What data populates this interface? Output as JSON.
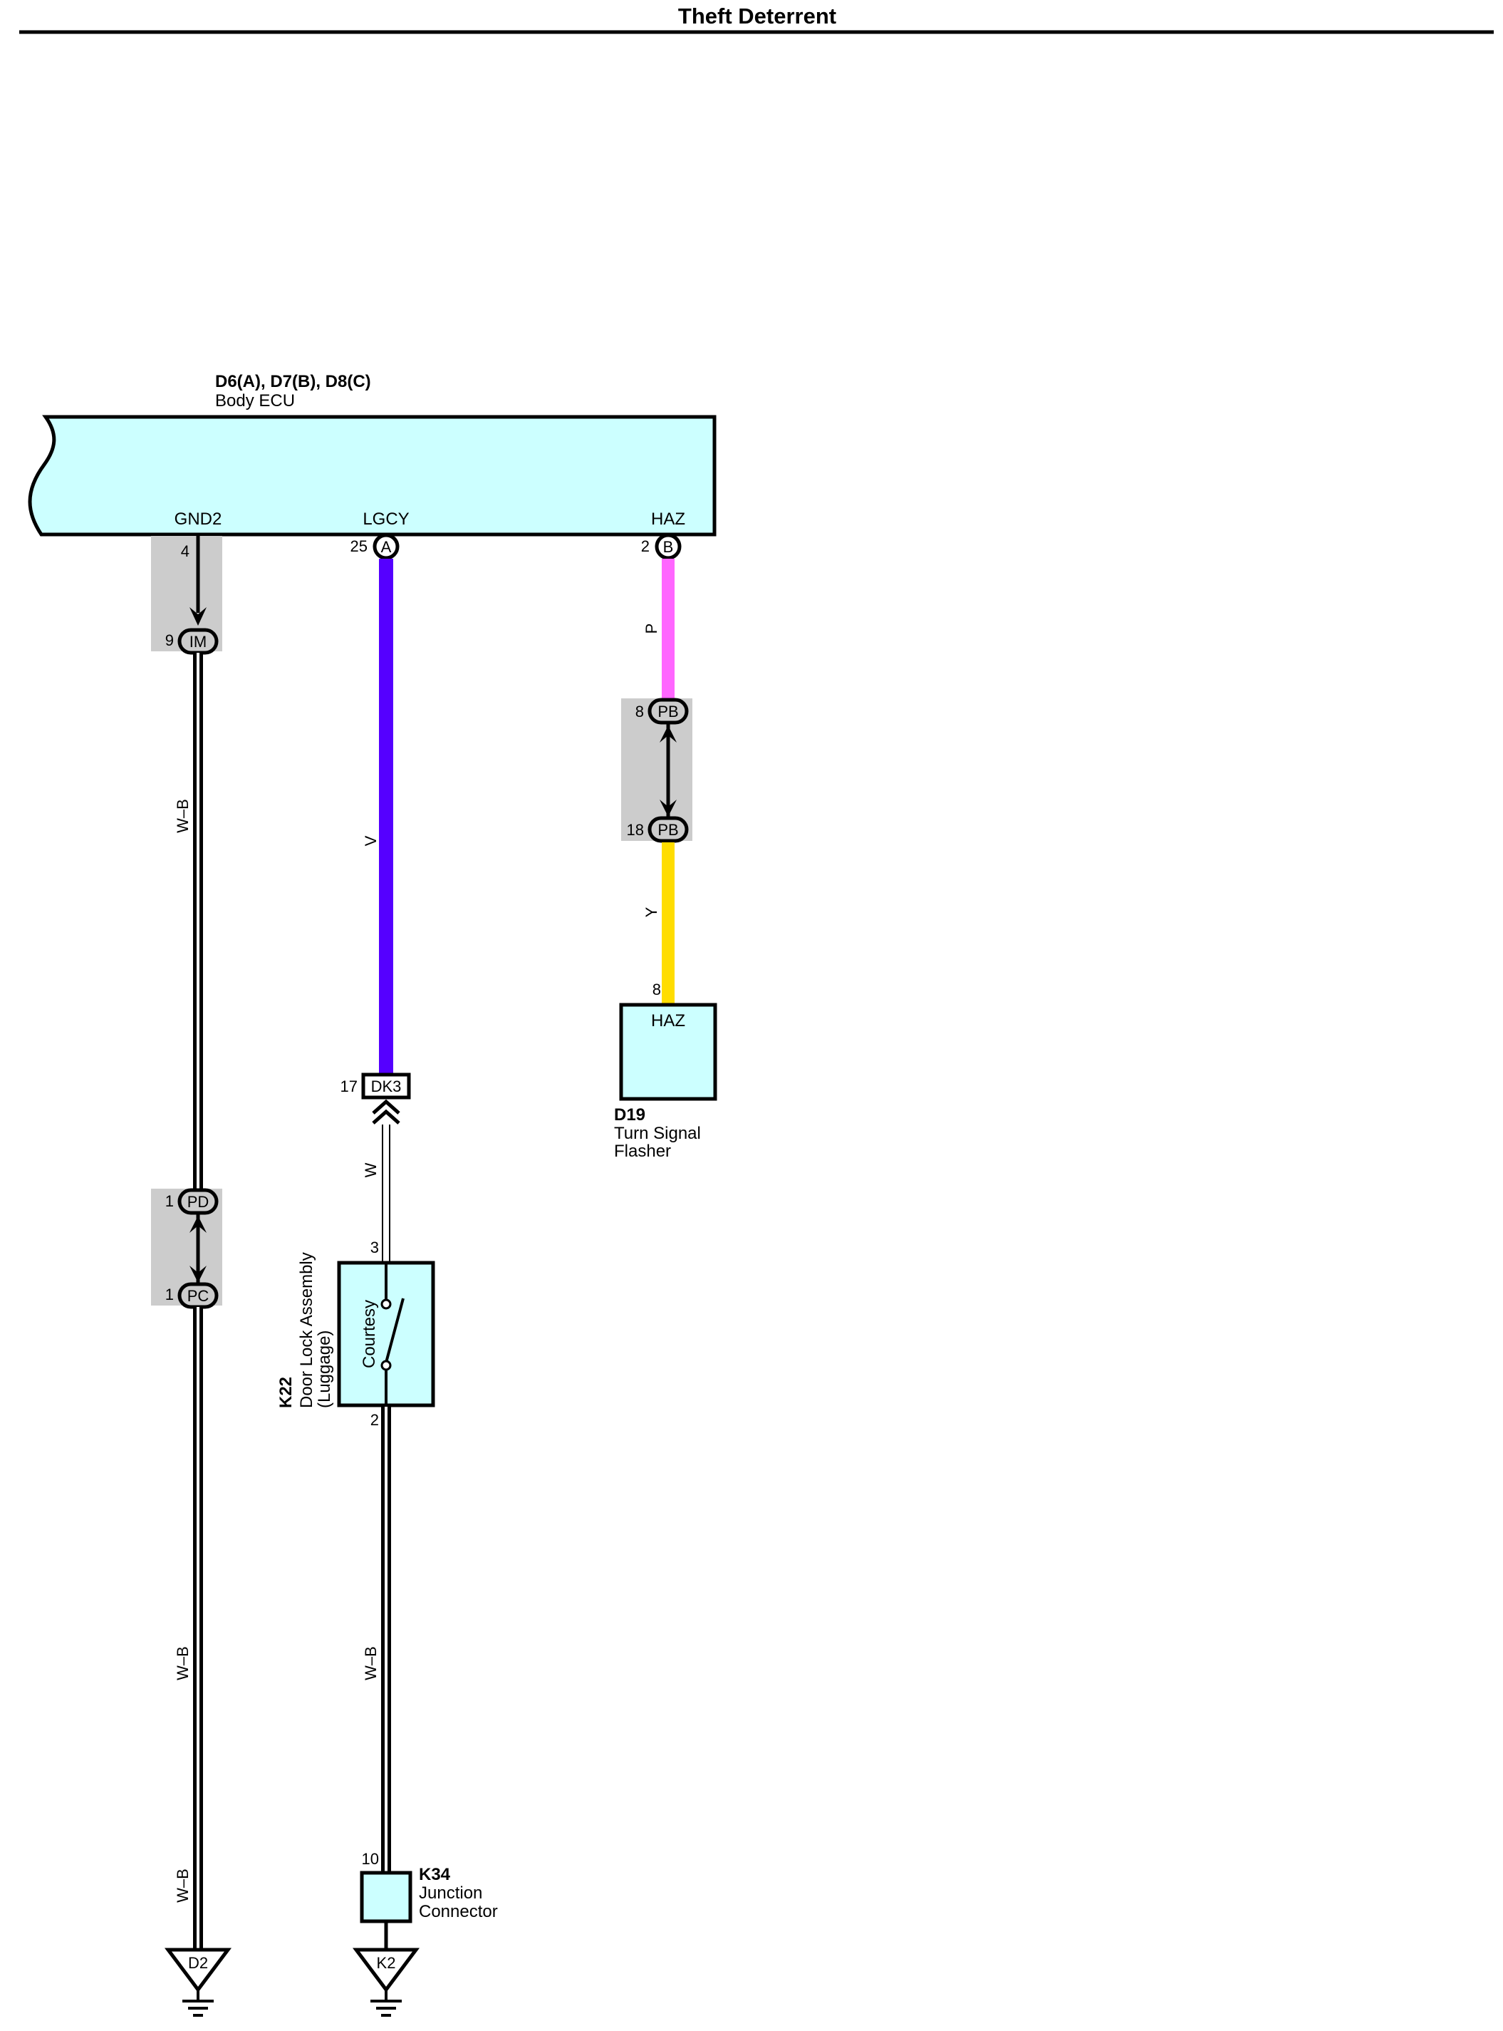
{
  "title": "Theft Deterrent",
  "colors": {
    "component_fill": "#ccffff",
    "splice_gray": "#cccccc",
    "wire_violet": "#5500ff",
    "wire_pink": "#ff66ff",
    "wire_yellow": "#ffdd00",
    "wire_black": "#000000",
    "wire_white": "#ffffff"
  },
  "ecu": {
    "code": "D6(A), D7(B), D8(C)",
    "name": "Body ECU",
    "terminals": [
      {
        "name": "GND2",
        "pin": "4"
      },
      {
        "name": "LGCY",
        "pin": "25",
        "connector": "A"
      },
      {
        "name": "HAZ",
        "pin": "2",
        "connector": "B"
      }
    ]
  },
  "connectors": {
    "im": {
      "pin": "9",
      "label": "IM"
    },
    "pd": {
      "pin": "1",
      "label": "PD"
    },
    "pc": {
      "pin": "1",
      "label": "PC"
    },
    "pb_top": {
      "pin": "8",
      "label": "PB"
    },
    "pb_bottom": {
      "pin": "18",
      "label": "PB"
    },
    "dk3": {
      "pin": "17",
      "label": "DK3"
    }
  },
  "wires": {
    "gnd_upper": "W–B",
    "gnd_lower": "W–B",
    "gnd_bottom": "W–B",
    "lgcy": "V",
    "haz_upper": "P",
    "haz_lower": "Y",
    "door_upper": "W",
    "door_lower": "W–B"
  },
  "flasher": {
    "code": "D19",
    "name_line1": "Turn Signal",
    "name_line2": "Flasher",
    "terminal": "HAZ",
    "pin": "8"
  },
  "door_lock": {
    "code": "K22",
    "name_line1": "Door Lock Assembly",
    "name_line2": "(Luggage)",
    "switch": "Courtesy",
    "pin_top": "3",
    "pin_bottom": "2"
  },
  "junction": {
    "code": "K34",
    "name_line1": "Junction",
    "name_line2": "Connector",
    "pin": "10"
  },
  "grounds": {
    "left": "D2",
    "right": "K2"
  }
}
